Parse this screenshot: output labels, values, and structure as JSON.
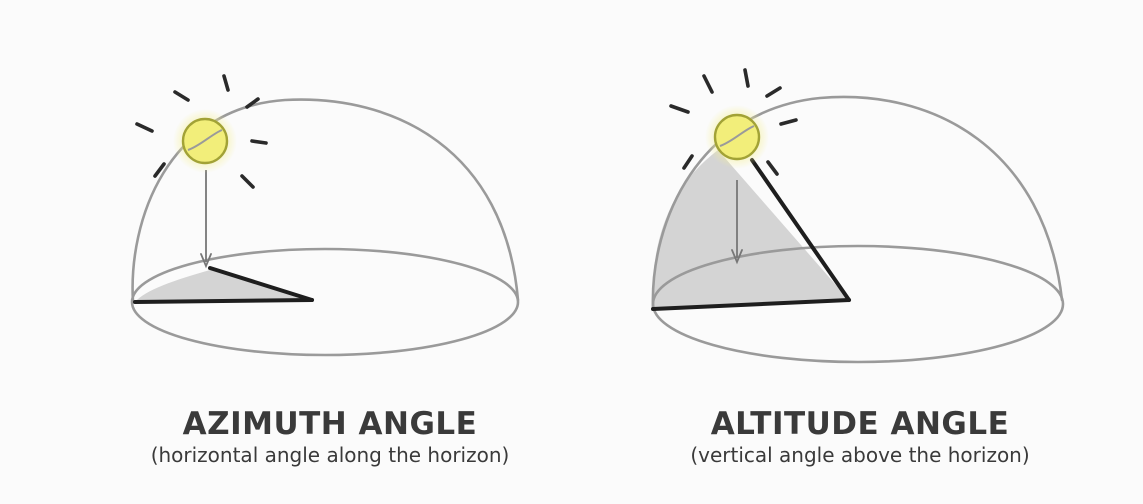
{
  "azimuth": {
    "title": "AZIMUTH ANGLE",
    "subtitle": "(horizontal angle along the horizon)"
  },
  "altitude": {
    "title": "ALTITUDE ANGLE",
    "subtitle": "(vertical angle above the horizon)"
  },
  "colors": {
    "background": "#fbfbfb",
    "dome_outline": "#9a9a9a",
    "shaded_plane": "#d6d6d6",
    "angle_line": "#1e1e1e",
    "sun_fill": "#f2ee7a",
    "sun_glow": "#f7f2a0",
    "sun_outline": "#a2a236",
    "sun_rays": "#2a2a2a",
    "caption_text": "#3a3a3a"
  },
  "icons": {
    "sun": "sun-icon",
    "dome": "dome-icon"
  }
}
